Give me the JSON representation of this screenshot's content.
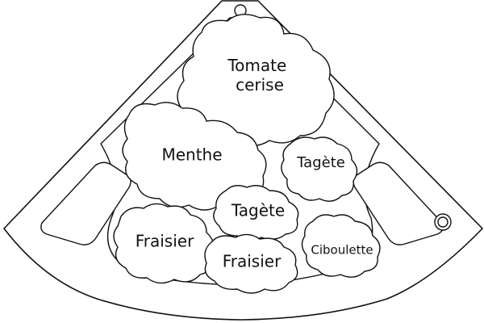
{
  "plants": {
    "tomate": "Tomate cerise",
    "menthe": "Menthe",
    "tagete_right": "Tagète",
    "tagete_center": "Tagète",
    "fraisier_left": "Fraisier",
    "fraisier_center": "Fraisier",
    "ciboulette": "Ciboulette"
  },
  "colors": {
    "stroke": "#111111",
    "fill": "#ffffff"
  }
}
